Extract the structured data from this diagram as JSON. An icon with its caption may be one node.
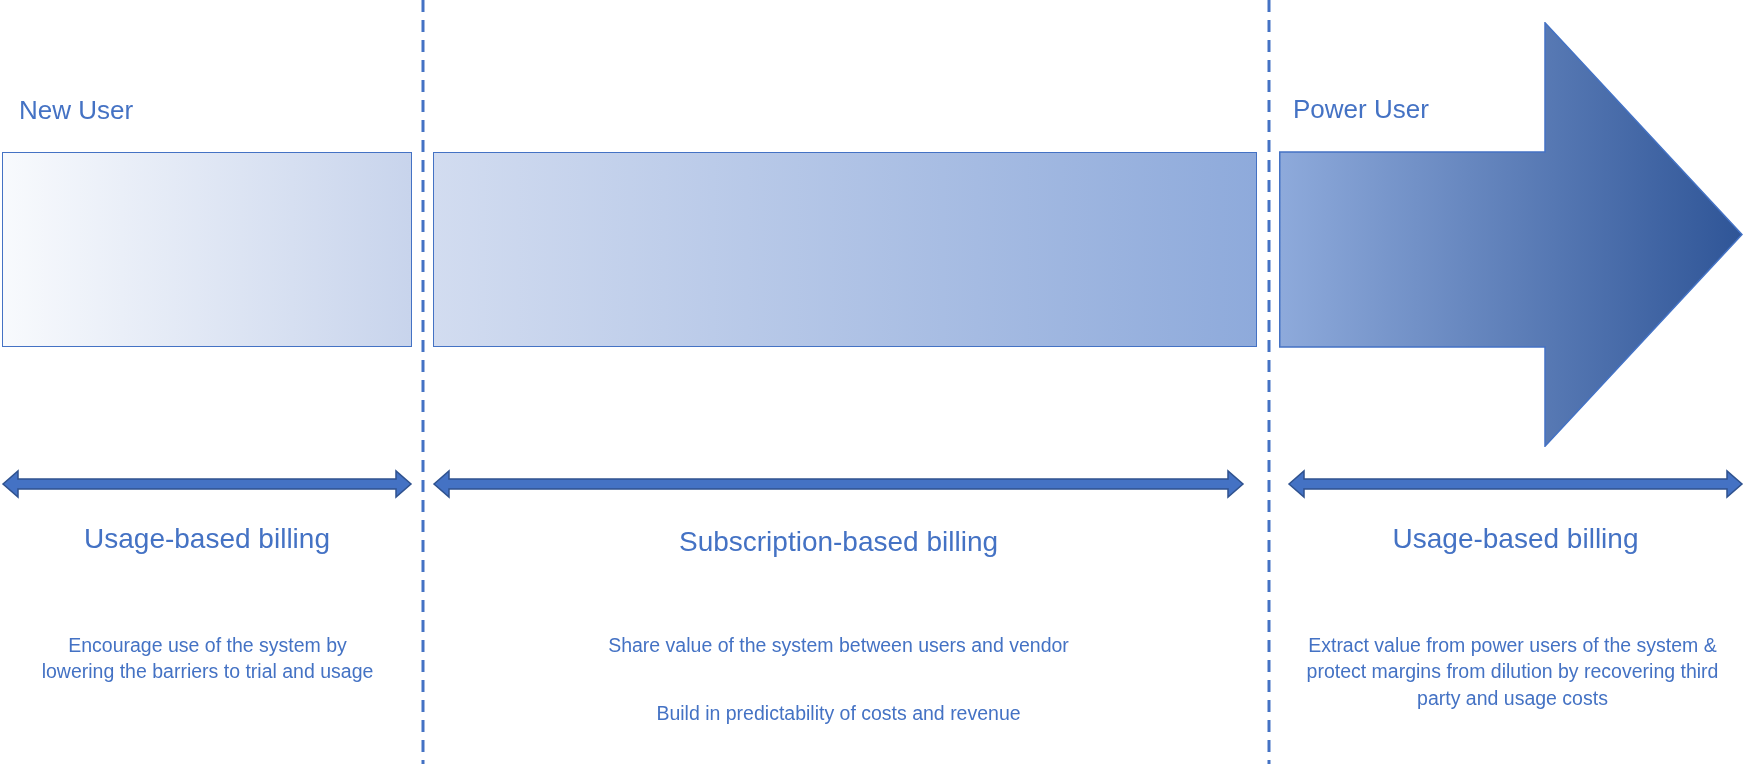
{
  "diagram": {
    "nodes": [
      {
        "text": [
          "New User"
        ]
      },
      {
        "text": [],
        "shape": "box"
      },
      {
        "text": [
          "Power User"
        ]
      }
    ],
    "labels": [
      "Usage-based billing",
      "Subscription-based billing",
      "Usage-based billing",
      "Encourage use of the system by lowering the barriers to trial and usage",
      "Share value of the system between users and vendor",
      "Extract value from power users of the system & protect margins from dilution by recovering third party and usage costs",
      "Build in predictability of costs and revenue"
    ]
  }
}
